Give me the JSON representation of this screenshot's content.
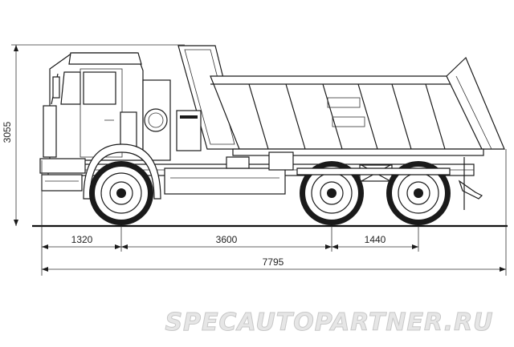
{
  "dimensions": {
    "height": "3055",
    "front_overhang": "1320",
    "wheelbase_front": "3600",
    "rear_axle_spacing": "1440",
    "overall_length": "7795"
  },
  "watermark": "SPECAUTOPARTNER.RU"
}
